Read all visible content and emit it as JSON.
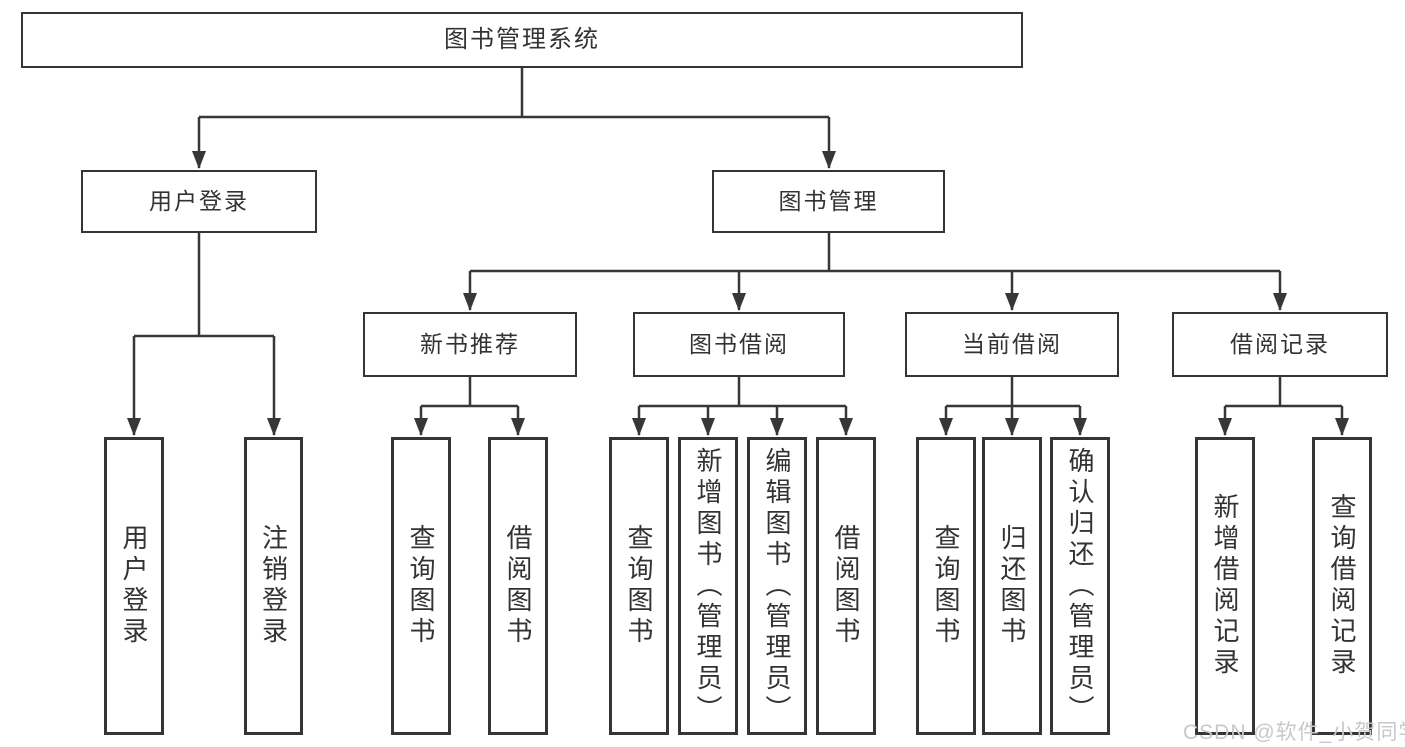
{
  "diagram": {
    "root": "图书管理系统",
    "branches": [
      {
        "label": "用户登录",
        "children": [
          "用户登录",
          "注销登录"
        ]
      },
      {
        "label": "图书管理",
        "children": [
          {
            "label": "新书推荐",
            "children": [
              "查询图书",
              "借阅图书"
            ]
          },
          {
            "label": "图书借阅",
            "children": [
              "查询图书",
              "新增图书（管理员）",
              "编辑图书（管理员）",
              "借阅图书"
            ]
          },
          {
            "label": "当前借阅",
            "children": [
              "查询图书",
              "归还图书",
              "确认归还（管理员）"
            ]
          },
          {
            "label": "借阅记录",
            "children": [
              "新增借阅记录",
              "查询借阅记录"
            ]
          }
        ]
      }
    ]
  },
  "watermark": {
    "text": "CSDN @软件_小贺同学"
  },
  "colors": {
    "line": "#373737",
    "border": "#353535",
    "text": "#333333",
    "watermark": "#c6c9cc",
    "background": "#ffffff"
  }
}
